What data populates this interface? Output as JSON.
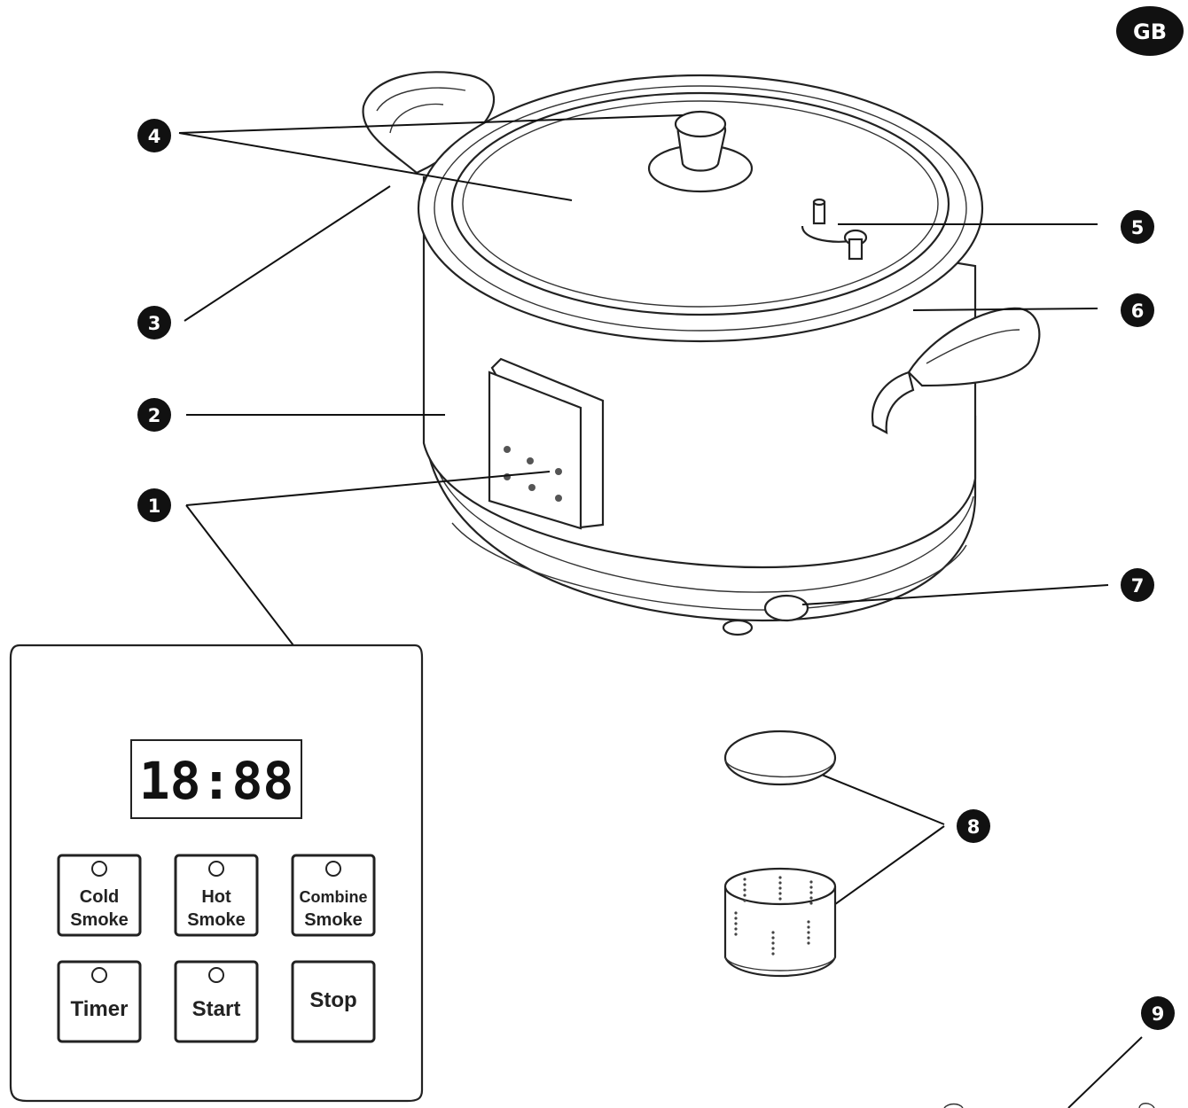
{
  "badge": "GB",
  "callouts": [
    "1",
    "2",
    "3",
    "4",
    "5",
    "6",
    "7",
    "8",
    "9"
  ],
  "panel": {
    "display": "18:88",
    "buttons": [
      {
        "line1": "Cold",
        "line2": "Smoke"
      },
      {
        "line1": "Hot",
        "line2": "Smoke"
      },
      {
        "line1": "Combine",
        "line2": "Smoke"
      },
      {
        "line1": "Timer"
      },
      {
        "line1": "Start"
      },
      {
        "line1": "Stop"
      }
    ]
  }
}
